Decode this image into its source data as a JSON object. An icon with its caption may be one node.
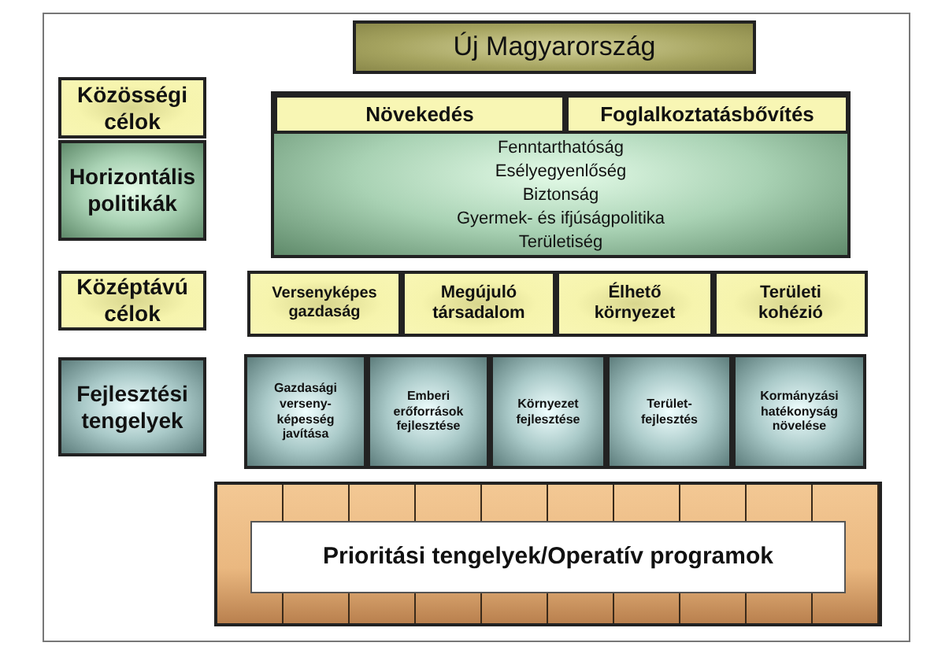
{
  "diagram": {
    "nodes": [
      {
        "text": [
          "Új Magyarország"
        ]
      },
      {
        "text": [
          "Közösségi célok"
        ]
      },
      {
        "text": [
          "Fenntarthatóság",
          "Esélyegyenlőség",
          "Biztonság",
          "Gyermek- és ifjúságpolitika",
          "Területiség"
        ]
      },
      {
        "text": [
          "Növekedés"
        ],
        "in": 2
      },
      {
        "text": [
          "Foglalkoztatásbővítés"
        ],
        "in": 2
      },
      {
        "text": [
          "Horizontális politikák"
        ]
      },
      {
        "text": [
          "Középtávú célok"
        ]
      },
      {
        "text": [
          "Versenyképes gazdaság"
        ]
      },
      {
        "text": [
          "Megújuló társadalom"
        ]
      },
      {
        "text": [
          "Élhető környezet"
        ]
      },
      {
        "text": [
          "Területi kohézió"
        ]
      },
      {
        "text": [
          "Fejlesztési tengelyek"
        ]
      },
      {
        "text": [
          "Gazdasági verseny-képesség javítása"
        ]
      },
      {
        "text": [
          "Emberi erőforrások fejlesztése"
        ]
      },
      {
        "text": [
          "Környezet fejlesztése"
        ]
      },
      {
        "text": [
          "Terület-fejlesztés"
        ]
      },
      {
        "text": [
          "Kormányzási hatékonyság növelése"
        ]
      },
      {
        "text": [],
        "shape": "box"
      },
      {
        "text": [
          "Prioritási tengelyek/Operatív programok"
        ],
        "in": 17
      }
    ]
  }
}
